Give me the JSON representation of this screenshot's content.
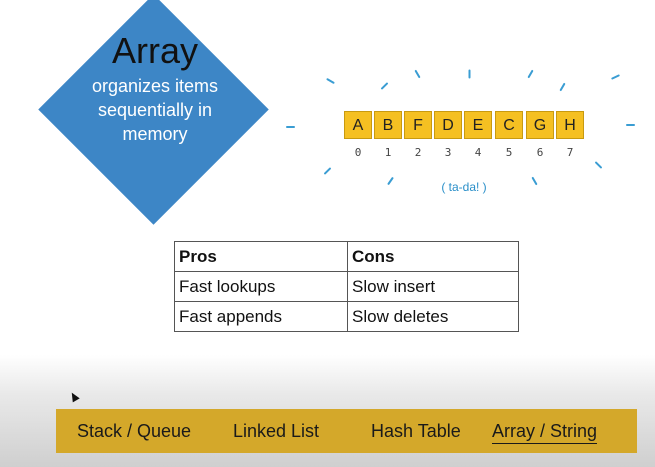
{
  "hero": {
    "title": "Array",
    "subtitle_lines": [
      "organizes items",
      "sequentially in",
      "memory"
    ]
  },
  "array_demo": {
    "cells": [
      "A",
      "B",
      "F",
      "D",
      "E",
      "C",
      "G",
      "H"
    ],
    "indices": [
      "0",
      "1",
      "2",
      "3",
      "4",
      "5",
      "6",
      "7"
    ],
    "caption": "( ta-da! )"
  },
  "pros_cons": {
    "headers": [
      "Pros",
      "Cons"
    ],
    "rows": [
      [
        "Fast lookups",
        "Slow insert"
      ],
      [
        "Fast appends",
        "Slow deletes"
      ]
    ]
  },
  "nav": {
    "items": [
      "Stack / Queue",
      "Linked List",
      "Hash Table",
      "Array / String"
    ],
    "active_index": 3
  },
  "colors": {
    "diamond": "#3d86c6",
    "cell": "#f5c022",
    "navbar": "#d4a82a",
    "sparkle": "#3a9dd3"
  }
}
